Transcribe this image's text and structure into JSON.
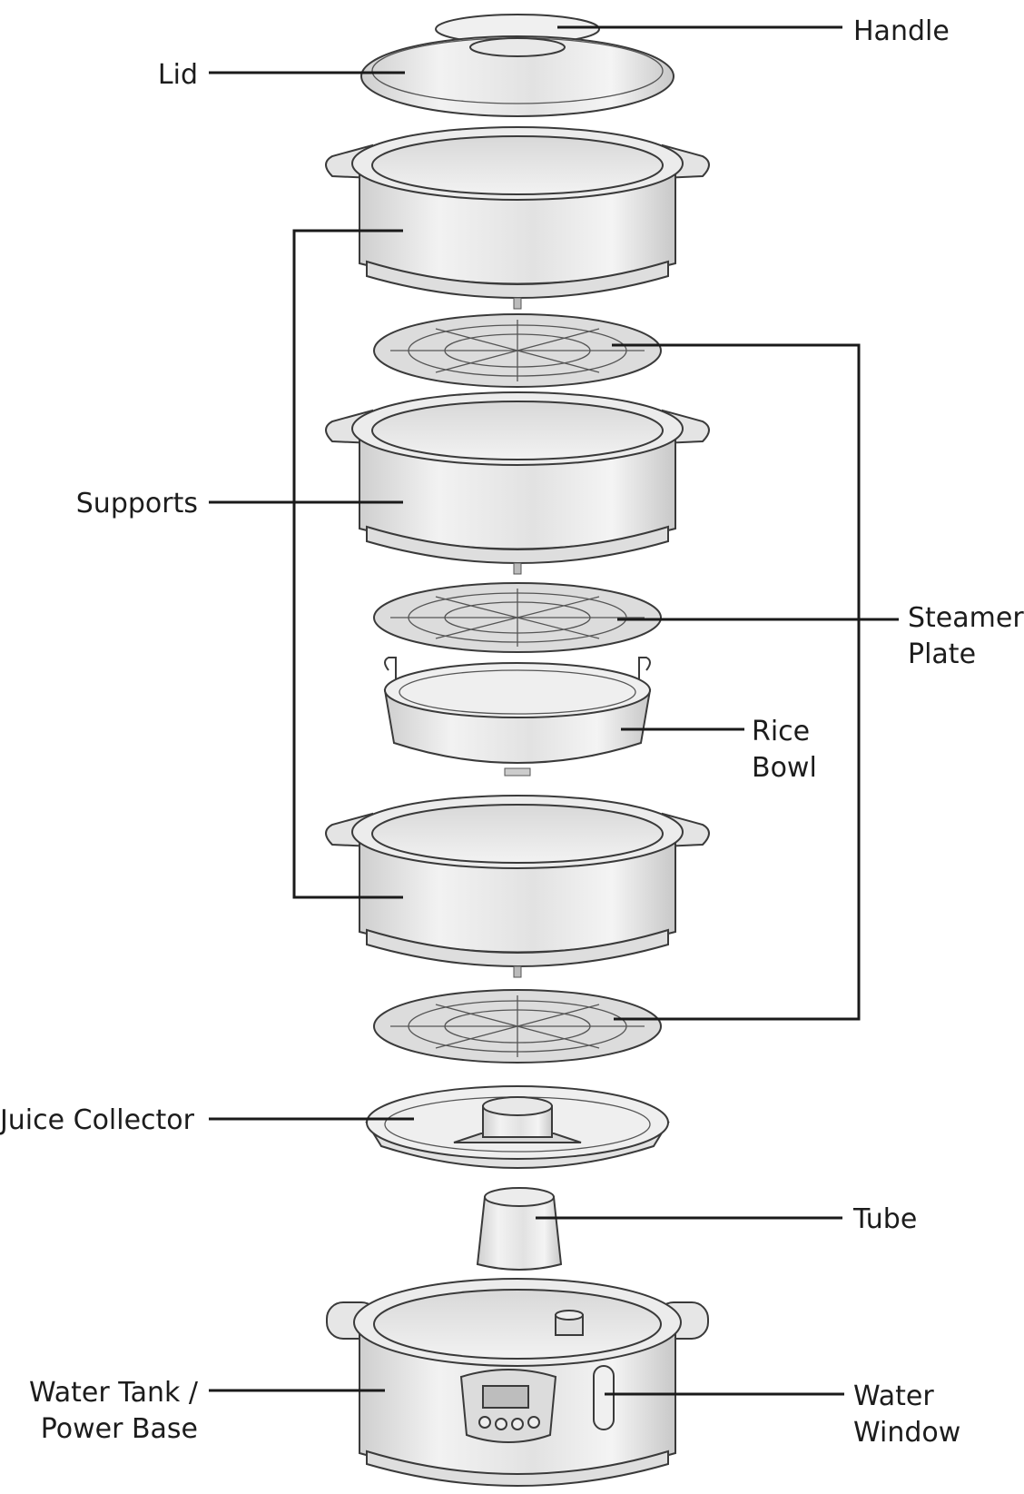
{
  "labels": {
    "handle": "Handle",
    "lid": "Lid",
    "supports": "Supports",
    "steamer_plate": [
      "Steamer",
      "Plate"
    ],
    "rice_bowl": [
      "Rice",
      "Bowl"
    ],
    "juice_collector": "Juice Collector",
    "tube": "Tube",
    "water_tank": [
      "Water Tank /",
      "Power Base"
    ],
    "water_window": [
      "Water",
      "Window"
    ]
  },
  "colors": {
    "line": "#1a1a1a",
    "part_fill": "#e6e6e6",
    "part_shade": "#cfcfcf",
    "part_light": "#f4f4f4"
  }
}
